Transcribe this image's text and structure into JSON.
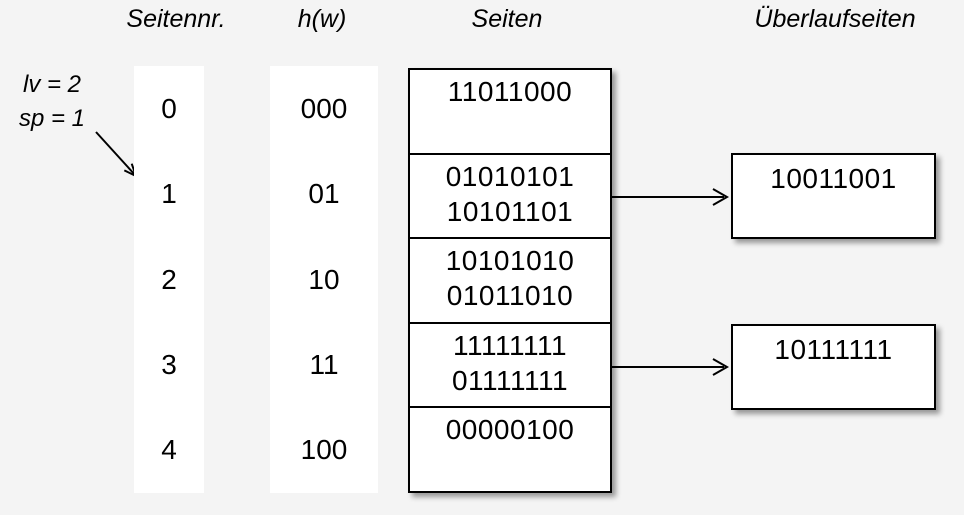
{
  "headers": {
    "seitennr": "Seitennr.",
    "hw": "h(w)",
    "seiten": "Seiten",
    "ueberlauf": "Überlaufseiten"
  },
  "annotation": {
    "lv": "lv = 2",
    "sp": "sp = 1"
  },
  "page_numbers": [
    "0",
    "1",
    "2",
    "3",
    "4"
  ],
  "hash_values": [
    "000",
    "01",
    "10",
    "11",
    "100"
  ],
  "pages": [
    [
      "11011000"
    ],
    [
      "01010101",
      "10101101"
    ],
    [
      "10101010",
      "01011010"
    ],
    [
      "11111111",
      "01111111"
    ],
    [
      "00000100"
    ]
  ],
  "overflow_pages": [
    {
      "values": [
        "10011001"
      ]
    },
    {
      "values": [
        "10111111"
      ]
    }
  ],
  "icons": {
    "overflow_arrow_1": "right-arrow",
    "overflow_arrow_2": "right-arrow",
    "split_pointer_arrow": "down-right-arrow"
  },
  "colors": {
    "background": "#f4f4f4",
    "box_fill": "#ffffff",
    "line": "#000000"
  }
}
